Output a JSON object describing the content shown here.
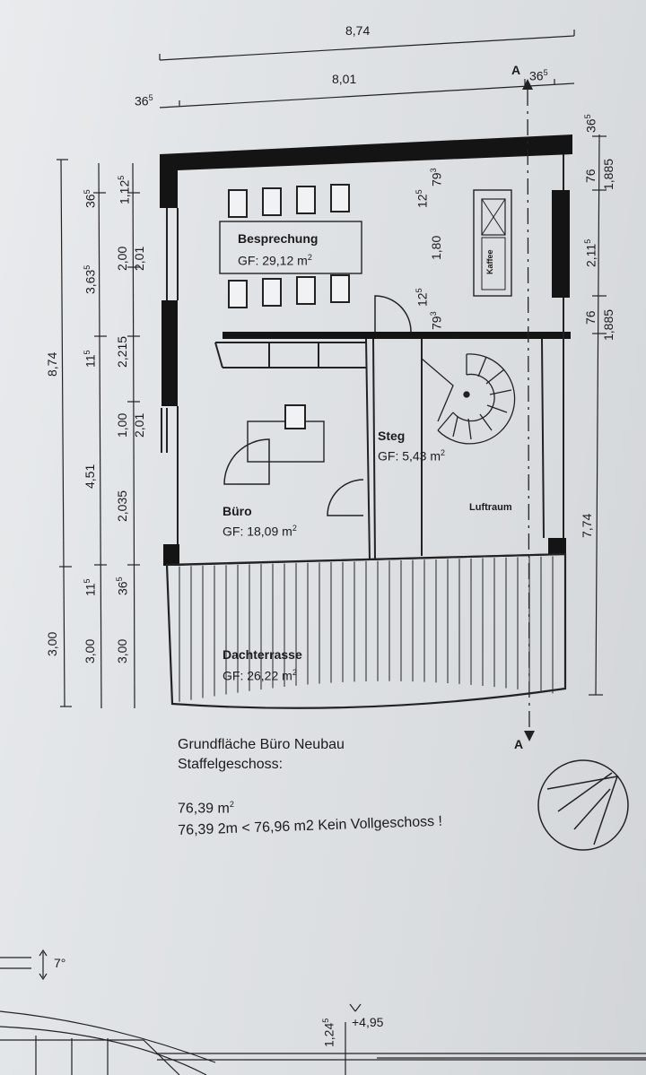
{
  "dimensions": {
    "top_total": "8,74",
    "top_inner": "8,01",
    "top_left_offset": {
      "main": "36",
      "sup": "5"
    },
    "top_right_offset": {
      "main": "36",
      "sup": "5"
    },
    "left_total": "8,74",
    "left_3_00_a": "3,00",
    "left_col2": [
      {
        "main": "36",
        "sup": "5"
      },
      {
        "main": "3,63",
        "sup": "5"
      },
      {
        "main": "11",
        "sup": "5"
      },
      {
        "main": "4,51",
        "sup": ""
      },
      {
        "main": "11",
        "sup": "5"
      },
      {
        "main": "3,00",
        "sup": ""
      }
    ],
    "left_col3": [
      {
        "main": "1,12",
        "sup": "5"
      },
      {
        "main": "2,00",
        "sup": ""
      },
      {
        "main": "2,215",
        "sup": ""
      },
      {
        "main": "1,00",
        "sup": ""
      },
      {
        "main": "2,035",
        "sup": ""
      },
      {
        "main": "36",
        "sup": "5"
      },
      {
        "main": "3,00",
        "sup": ""
      }
    ],
    "left_col3_sub": [
      "2,01",
      "2,01"
    ],
    "right_col": [
      {
        "main": "36",
        "sup": "5"
      },
      {
        "main": "76",
        "sup": ""
      },
      {
        "main": "2,11",
        "sup": "5"
      },
      {
        "main": "76",
        "sup": ""
      },
      {
        "main": "7,74",
        "sup": ""
      }
    ],
    "right_col_outer": [
      "1,885",
      "1,885"
    ],
    "stair_top": [
      {
        "main": "12",
        "sup": "5"
      },
      {
        "main": "79",
        "sup": "3"
      }
    ],
    "stair_mid": "1,80",
    "stair_bottom": [
      {
        "main": "12",
        "sup": "5"
      },
      {
        "main": "79",
        "sup": "3"
      }
    ],
    "bottom_height": {
      "main": "1,24",
      "sup": "5"
    },
    "bottom_level": "+4,95",
    "angle": "7°"
  },
  "rooms": [
    {
      "name": "Besprechung",
      "gf": "GF:  29,12 m"
    },
    {
      "name": "Büro",
      "gf": "GF: 18,09 m"
    },
    {
      "name": "Steg",
      "gf": "GF: 5,43 m"
    },
    {
      "name": "Luftraum",
      "gf": ""
    },
    {
      "name": "Dachterrasse",
      "gf": "GF:  26,22 m"
    }
  ],
  "kaffee_label": "Kaffee",
  "section_marker": "A",
  "notes": {
    "line1": "Grundfläche Büro Neubau",
    "line2": "Staffelgeschoss:",
    "line3": "76,39 m",
    "line4": "76,39 2m < 76,96 m2  Kein Vollgeschoss !"
  },
  "sup2": "2"
}
